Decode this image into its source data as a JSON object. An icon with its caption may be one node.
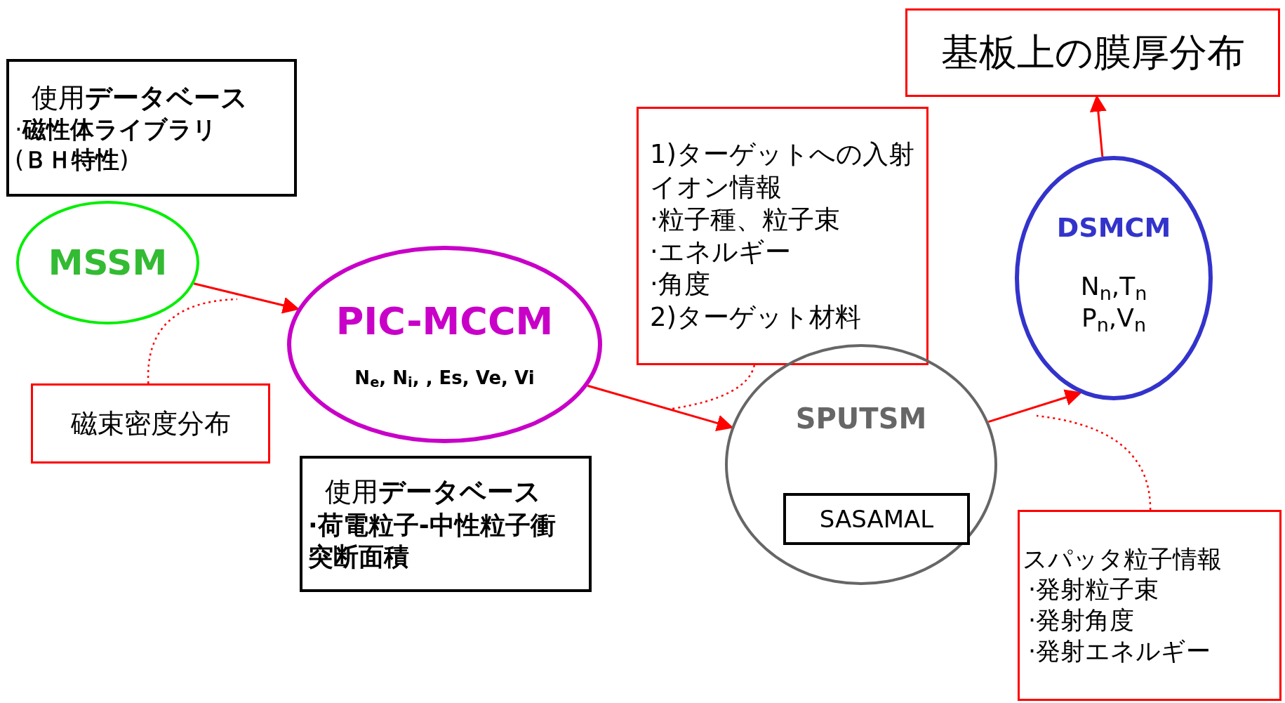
{
  "diagram": {
    "nodes": [
      {
        "text": [
          "基板上の膜厚分布"
        ]
      },
      {
        "text": [
          "使用**データベース**",
          "·**磁性体ライブラリ**(**ＢＨ特性**)"
        ]
      },
      {
        "text": [
          "MSSM"
        ]
      },
      {
        "text": [
          "PIC-MCCM",
          "N$_{e}$, N$_{i}$, , Es, Ve, Vi"
        ]
      },
      {
        "text": [
          "磁束密度分布"
        ]
      },
      {
        "text": [
          "1)ターゲットへの入射イオン情報",
          "·粒子種、粒子束",
          "·エネルギー",
          "·角度",
          "2)ターゲット材料"
        ]
      },
      {
        "text": [
          "使用**データベース**",
          "·荷電粒子-中性粒子衝突断面積"
        ]
      },
      {
        "text": [
          "SPUTSM"
        ]
      },
      {
        "text": [
          "SASAMAL"
        ],
        "in": 7
      },
      {
        "text": [
          "DSMCM",
          "N$_{n}$,T$_{n}$",
          "P$_{n}$,V$_{n}$"
        ]
      },
      {
        "text": [
          "スパッタ粒子情報",
          "·発射粒子束",
          "·発射角度",
          "·発射エネルギー"
        ]
      }
    ],
    "edges": [
      {
        "from": 2,
        "to": 3,
        "arrow": "to"
      },
      {
        "from": 3,
        "to": 7,
        "arrow": "to"
      },
      {
        "from": 7,
        "to": 9,
        "arrow": "to"
      },
      {
        "from": 9,
        "to": 0,
        "arrow": "to"
      },
      {
        "from": 4,
        "to": null,
        "arrow": "none",
        "style": "dashed"
      },
      {
        "from": 5,
        "to": null,
        "arrow": "none",
        "style": "dashed"
      },
      {
        "from": 10,
        "to": null,
        "arrow": "none",
        "style": "dashed"
      }
    ]
  }
}
